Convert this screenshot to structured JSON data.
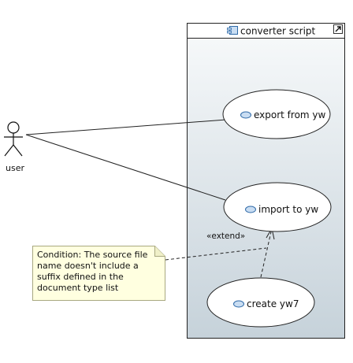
{
  "component": {
    "title": "converter script",
    "icon": "component-icon",
    "corner_icon": "expand-arrow-icon"
  },
  "actor": {
    "label": "user",
    "icon": "stick-figure-icon"
  },
  "use_cases": [
    {
      "label": "export from yw",
      "icon": "use-case-icon"
    },
    {
      "label": "import to yw",
      "icon": "use-case-icon"
    },
    {
      "label": "create yw7",
      "icon": "use-case-icon"
    }
  ],
  "extend_label": "«extend»",
  "note": {
    "lines": [
      "Condition: The source file",
      "name doesn't include a",
      "suffix defined in the",
      "document type list"
    ]
  },
  "colors": {
    "line": "#222222",
    "container_top": "#f8fafb",
    "container_bottom": "#c6d2da",
    "note_fill": "#ffffe0",
    "note_border": "#a8a880",
    "use_case_fill": "#ffffff",
    "icon_fill": "#c9ddf2",
    "icon_stroke": "#2f6aa8"
  }
}
